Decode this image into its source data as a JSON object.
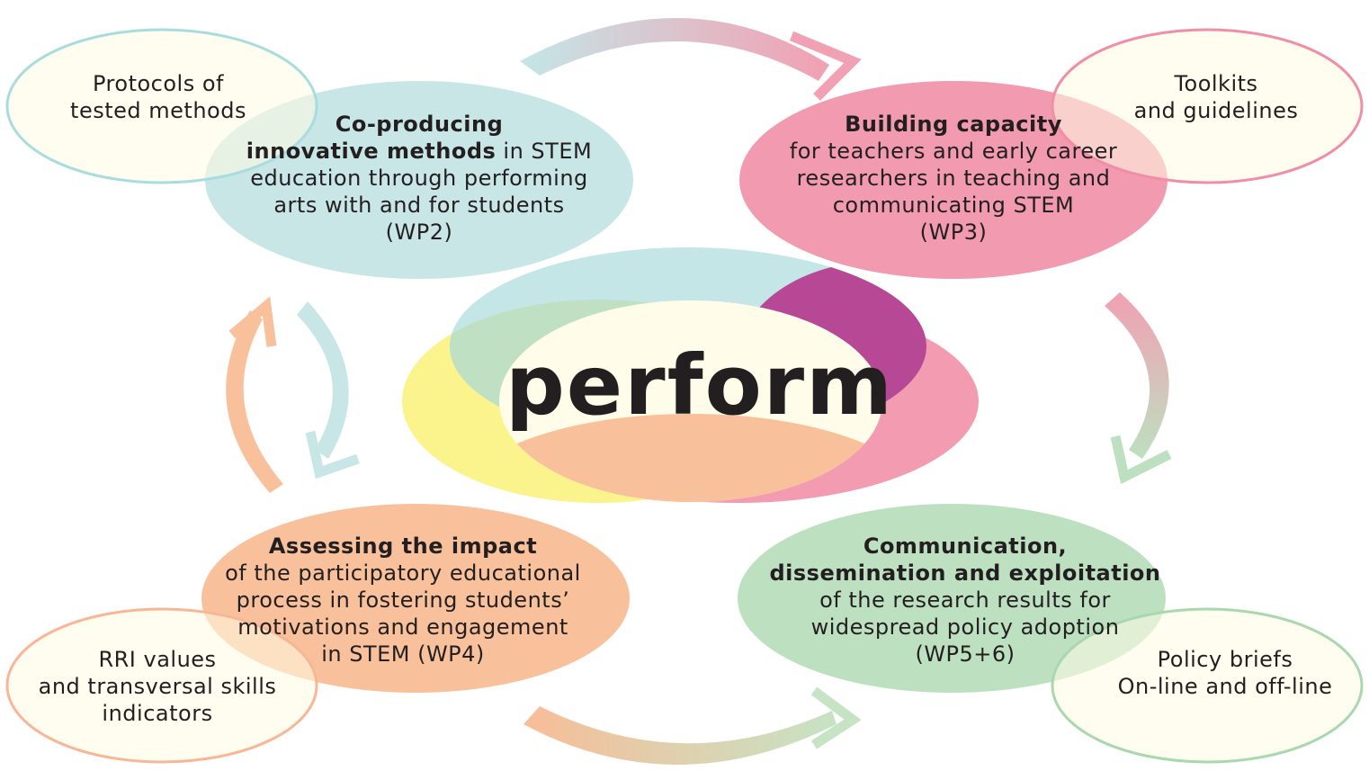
{
  "logo": {
    "text": "perform"
  },
  "colors": {
    "teal": "#c9e6e6",
    "pink": "#f4a0b3",
    "magenta": "#b94a94",
    "yellow": "#fbf38c",
    "peach": "#f8c19c",
    "green": "#bde0c0",
    "cream": "#fffdeb",
    "teal_border": "#a8dcdf",
    "pink_border": "#f08ea6",
    "peach_border": "#f7b796",
    "green_border": "#a9d8ae"
  },
  "nodes": {
    "wp2": {
      "bold_line1": "Co-producing",
      "bold_line2": "innovative methods",
      "normal_tail": " in STEM",
      "line3": "education through performing",
      "line4": "arts with and for students",
      "line5": "(WP2)"
    },
    "wp3": {
      "bold_line1": "Building capacity",
      "line2": "for teachers and early career",
      "line3": "researchers in teaching and",
      "line4": "communicating STEM",
      "line5": "(WP3)"
    },
    "wp4": {
      "bold_line1": "Assessing the impact",
      "line2": "of the participatory educational",
      "line3": "process in fostering students’",
      "line4": "motivations and engagement",
      "line5": "in STEM (WP4)"
    },
    "wp56": {
      "bold_line1": "Communication,",
      "bold_line2": "dissemination and exploitation",
      "line3": "of the research results for",
      "line4": "widespread policy adoption",
      "line5": "(WP5+6)"
    }
  },
  "outputs": {
    "protocols": {
      "line1": "Protocols of",
      "line2": "tested methods"
    },
    "toolkits": {
      "line1": "Toolkits",
      "line2": "and guidelines"
    },
    "rri": {
      "line1": "RRI values",
      "line2": "and transversal skills",
      "line3": "indicators"
    },
    "policy": {
      "line1": "Policy briefs",
      "line2": "On-line and off-line"
    }
  }
}
